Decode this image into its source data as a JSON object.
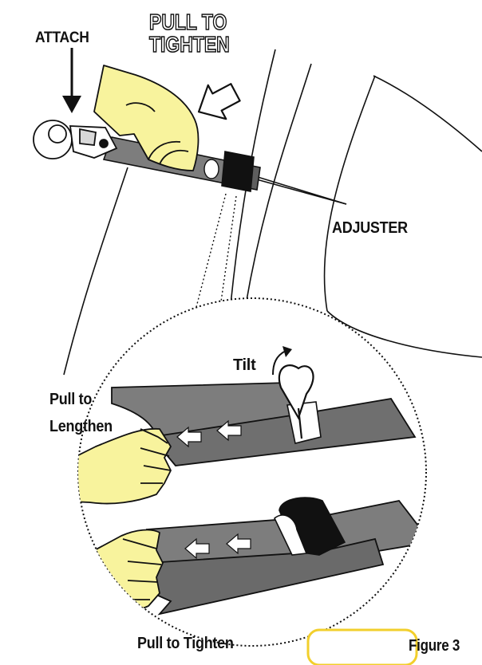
{
  "labels": {
    "pull_to_tighten_title": [
      "PULL TO",
      "TIGHTEN"
    ],
    "attach": "ATTACH",
    "adjuster": "ADJUSTER",
    "tilt": "Tilt",
    "pull_to_lengthen": [
      "Pull to",
      "Lengthen"
    ],
    "pull_to_tighten": "Pull to Tighten",
    "figure": "Figure 3"
  },
  "colors": {
    "strap": "#7d7d7d",
    "strap_dark": "#5e5e5e",
    "glove": "#f8f39d",
    "outline": "#111111",
    "callout_badge_border": "#f2cf2c",
    "background": "#ffffff"
  },
  "icons": [
    "attach-arrow-icon",
    "pull-arrow-icon",
    "tilt-arrow-icon",
    "slide-arrow-icon"
  ]
}
